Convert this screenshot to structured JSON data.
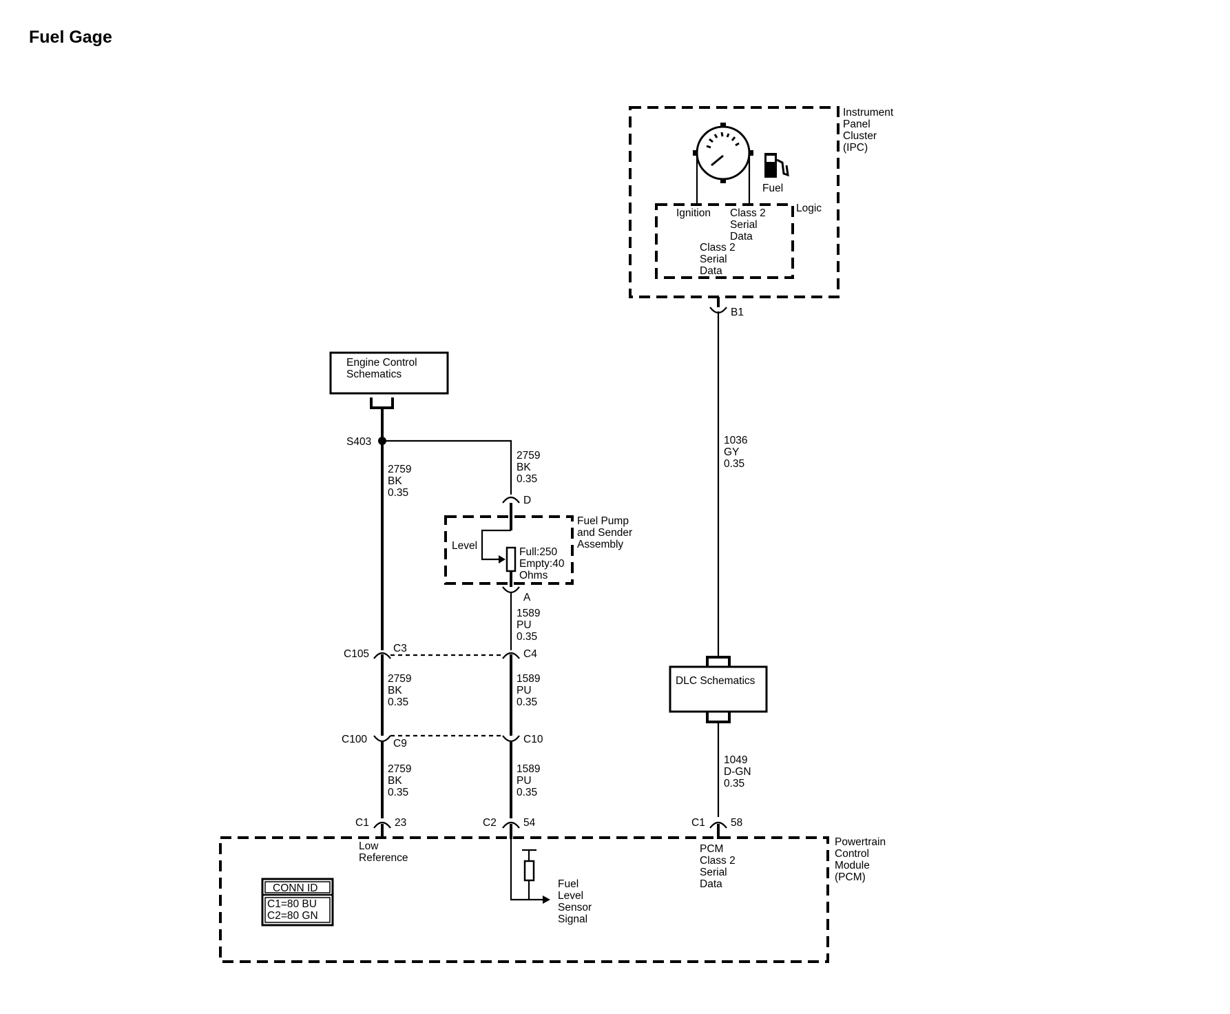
{
  "title": "Fuel Gage",
  "ipc": {
    "name": [
      "Instrument",
      "Panel",
      "Cluster",
      "(IPC)"
    ],
    "fuel_label": "Fuel",
    "logic_label": "Logic",
    "ignition": "Ignition",
    "class2_top": [
      "Class 2",
      "Serial",
      "Data"
    ],
    "class2_bottom": [
      "Class 2",
      "Serial",
      "Data"
    ],
    "connector": "B1"
  },
  "wire_1036": [
    "1036",
    "GY",
    "0.35"
  ],
  "wire_1049": [
    "1049",
    "D-GN",
    "0.35"
  ],
  "dlc": "DLC Schematics",
  "engine_control": [
    "Engine Control",
    "Schematics"
  ],
  "splice": "S403",
  "wire_2759_a": [
    "2759",
    "BK",
    "0.35"
  ],
  "wire_2759_b": [
    "2759",
    "BK",
    "0.35"
  ],
  "wire_2759_c": [
    "2759",
    "BK",
    "0.35"
  ],
  "wire_2759_d": [
    "2759",
    "BK",
    "0.35"
  ],
  "fuel_pump": {
    "name": [
      "Fuel Pump",
      "and Sender",
      "Assembly"
    ],
    "level": "Level",
    "values": [
      "Full:250",
      "Empty:40",
      "Ohms"
    ],
    "pin_top": "D",
    "pin_bottom": "A"
  },
  "wire_1589_a": [
    "1589",
    "PU",
    "0.35"
  ],
  "wire_1589_b": [
    "1589",
    "PU",
    "0.35"
  ],
  "wire_1589_c": [
    "1589",
    "PU",
    "0.35"
  ],
  "c105": {
    "name": "C105",
    "left_pin": "C3",
    "right_pin": "C4"
  },
  "c100": {
    "name": "C100",
    "left_pin": "C9",
    "right_pin": "C10"
  },
  "pcm": {
    "name": [
      "Powertrain",
      "Control",
      "Module",
      "(PCM)"
    ],
    "conn_left": {
      "conn": "C1",
      "pin": "23"
    },
    "conn_mid": {
      "conn": "C2",
      "pin": "54"
    },
    "conn_right": {
      "conn": "C1",
      "pin": "58"
    },
    "low_reference": [
      "Low",
      "Reference"
    ],
    "fuel_level_sensor": [
      "Fuel",
      "Level",
      "Sensor",
      "Signal"
    ],
    "pcm_class2": [
      "PCM",
      "Class 2",
      "Serial",
      "Data"
    ],
    "conn_id_header": "CONN ID",
    "conn_id_rows": [
      "C1=80 BU",
      "C2=80 GN"
    ]
  }
}
